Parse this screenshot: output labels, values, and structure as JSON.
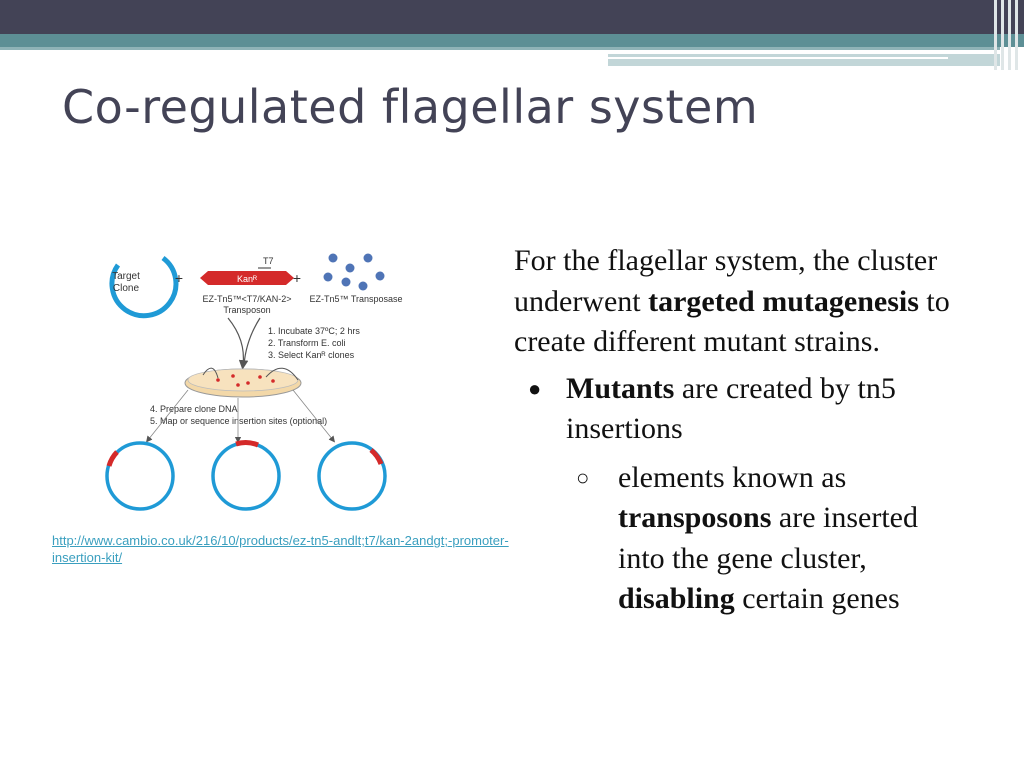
{
  "title": "Co-regulated flagellar system",
  "link": "http://www.cambio.co.uk/216/10/products/ez-tn5-andlt;t7/kan-2andgt;-promoter-insertion-kit/",
  "figure": {
    "target_clone": [
      "Target",
      "Clone"
    ],
    "plus": "+",
    "t7": "T7",
    "kan": "Kanᴿ",
    "transposon": [
      "EZ-Tn5™<T7/KAN-2>",
      "Transposon"
    ],
    "transposase": "EZ-Tn5™ Transposase",
    "steps_a": [
      "1.  Incubate 37ºC; 2 hrs",
      "2.  Transform E. coli",
      "3.  Select Kanᴿ clones"
    ],
    "steps_b": [
      "4.  Prepare clone DNA",
      "5.  Map or sequence insertion sites (optional)"
    ]
  },
  "body": {
    "p1_pre": "For the flagellar system, the cluster underwent ",
    "p1_bold": "targeted mutagenesis",
    "p1_post": " to create different mutant strains.",
    "bullet1_symbol": "●",
    "bullet1_bold": "Mutants",
    "bullet1_rest": " are created by tn5 insertions",
    "bullet2_symbol": "○",
    "bullet2_pre": "elements known as ",
    "bullet2_bold1": "transposons",
    "bullet2_mid": " are inserted into the gene cluster, ",
    "bullet2_bold2": "disabling",
    "bullet2_post": " certain genes"
  },
  "colors": {
    "header_dark": "#434356",
    "header_teal": "#5d8f95",
    "title": "#434356",
    "link": "#3a9fbf",
    "plasmid": "#1f9ad6",
    "insert": "#d42a2a"
  }
}
